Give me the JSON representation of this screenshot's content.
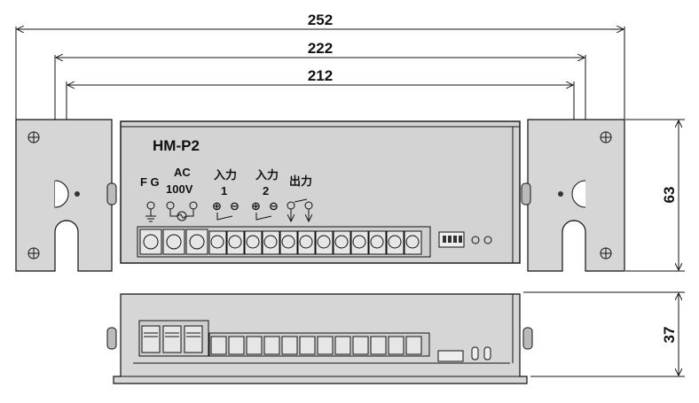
{
  "dimensions": {
    "overall_width": "252",
    "mount_pitch": "222",
    "body_width": "212",
    "height_top_view": "63",
    "height_side_view": "37"
  },
  "device": {
    "model": "HM-P2",
    "label_fg": "F G",
    "label_ac": "AC",
    "label_ac_voltage": "100V",
    "label_input": "入力",
    "label_input1_num": "1",
    "label_input2_num": "2",
    "label_output": "出力"
  },
  "terminal_symbols": {
    "plus": "⊕",
    "minus": "⊖"
  }
}
